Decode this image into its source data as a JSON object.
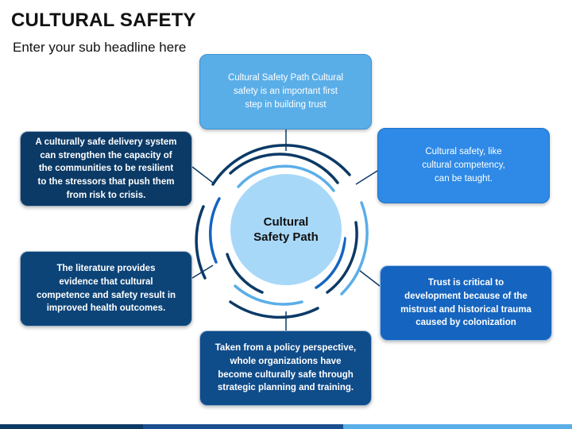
{
  "header": {
    "title": "CULTURAL SAFETY",
    "subtitle": "Enter your sub headline here"
  },
  "center": {
    "label": "Cultural\nSafety Path"
  },
  "boxes": {
    "top": "Cultural Safety Path  Cultural\nsafety is an important first\nstep in building trust",
    "right_upper": "Cultural safety, like\ncultural competency,\ncan be taught.",
    "right_lower": "Trust is critical to\ndevelopment because of the\nmistrust and historical trauma\ncaused by colonization",
    "bottom": "Taken from a policy perspective,\nwhole organizations have\nbecome culturally safe through\nstrategic planning and training.",
    "left_lower": "The literature provides\nevidence that cultural\ncompetence and safety result in\nimproved health outcomes.",
    "left_upper": "A culturally safe delivery system\ncan strengthen the capacity of\nthe communities to be resilient\nto the stressors that push them\nfrom risk to crisis."
  },
  "colors": {
    "top": "#5aaee8",
    "right_upper": "#2e8ae6",
    "right_lower": "#1565c0",
    "bottom": "#0f4c8a",
    "left_lower": "#0d4478",
    "left_upper": "#0b3a66",
    "center_fill": "#a8d8f8",
    "ring_dark": "#0b3a66",
    "ring_light": "#5aaee8"
  }
}
